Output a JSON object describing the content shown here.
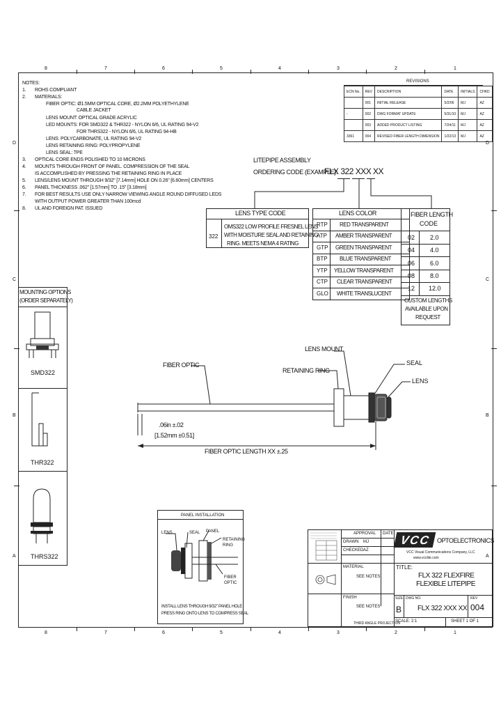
{
  "zones_top": [
    "8",
    "7",
    "6",
    "5",
    "4",
    "3",
    "2",
    "1"
  ],
  "zones_bottom": [
    "8",
    "7",
    "6",
    "5",
    "4",
    "3",
    "2",
    "1"
  ],
  "zones_left": [
    "D",
    "C",
    "B",
    "A"
  ],
  "zones_right": [
    "D",
    "C",
    "B",
    "A"
  ],
  "notes": {
    "title": "NOTES:",
    "items": [
      {
        "num": "1.",
        "text": "ROHS COMPLIANT"
      },
      {
        "num": "2.",
        "text": "MATERIALS:"
      },
      {
        "num": "",
        "text": "FIBER OPTIC: Ø1.5MM OPTICAL CORE, Ø2.2MM POLYETHYLENE"
      },
      {
        "num": "",
        "text": "CABLE JACKET"
      },
      {
        "num": "",
        "text": "LENS MOUNT: OPTICAL GRADE ACRYLIC"
      },
      {
        "num": "",
        "text": "LED MOUNTS: FOR SMD322 & THR322 - NYLON 6/6, UL RATING 94-V2"
      },
      {
        "num": "",
        "text": "FOR THRS322 - NYLON 6/6, UL RATING 94-HB"
      },
      {
        "num": "",
        "text": "LENS: POLYCARBONATE, UL RATING 94-V2"
      },
      {
        "num": "",
        "text": "LENS RETAINING RING: POLYPROPYLENE"
      },
      {
        "num": "",
        "text": "LENS SEAL: TPE"
      },
      {
        "num": "3.",
        "text": "OPTICAL CORE ENDS POLISHED TO 10 MICRONS"
      },
      {
        "num": "4.",
        "text": "MOUNTS THROUGH FRONT OF PANEL. COMPRESSION OF THE SEAL"
      },
      {
        "num": "",
        "text": "IS ACCOMPLISHED BY PRESSING THE RETAINING RING IN PLACE"
      },
      {
        "num": "5.",
        "text": "LENS/LENS MOUNT THROUGH 9/32\" [7.14mm] HOLE ON 0.26\" [6.60mm] CENTERS"
      },
      {
        "num": "6.",
        "text": "PANEL THICKNESS .062\" [1.57mm] TO .15\" [3.18mm]"
      },
      {
        "num": "7.",
        "text": "FOR BEST RESULTS USE ONLY NARROW VIEWING ANGLE ROUND DIFFUSED LEDS"
      },
      {
        "num": "",
        "text": "WITH OUTPUT POWER GREATER THAN 100mcd"
      },
      {
        "num": "8.",
        "text": "UL AND FOREIGN PAT. ISSUED"
      }
    ]
  },
  "revisions": {
    "title": "REVISIONS",
    "headers": [
      "ECN No.",
      "REV",
      "DESCRIPTION",
      "DATE",
      "INITIALS",
      "CHKD"
    ],
    "rows": [
      [
        "",
        "001",
        "INITIAL RELEASE",
        "5/2/06",
        "MJ",
        "AZ"
      ],
      [
        "-",
        "002",
        "DWG FORMAT UPDATE",
        "5/31/10",
        "MJ",
        "AZ"
      ],
      [
        "",
        "003",
        "ADDED PRODUCT LISTING",
        "7/24/11",
        "MJ",
        "AZ"
      ],
      [
        "3361",
        "004",
        "REVISED FIBER LENGTH DIMENSION",
        "1/22/13",
        "MJ",
        "AZ"
      ]
    ]
  },
  "ordering": {
    "line1": "LITEPIPE ASSEMBLY",
    "line2_prefix": "ORDERING CODE (EXAMPLE): ",
    "code": "FLX 322 XXX XX"
  },
  "lens_type": {
    "header": "LENS TYPE CODE",
    "code": "322",
    "desc1": "OMS322 LOW PROFILE FRESNEL LENS",
    "desc2": "WITH MOISTURE SEAL AND RETAINING",
    "desc3": "RING. MEETS NEMA 4 RATING"
  },
  "lens_color": {
    "header": "LENS COLOR",
    "rows": [
      [
        "RTP",
        "RED TRANSPARENT"
      ],
      [
        "ATP",
        "AMBER TRANSPARENT"
      ],
      [
        "GTP",
        "GREEN TRANSPARENT"
      ],
      [
        "BTP",
        "BLUE TRANSPARENT"
      ],
      [
        "YTP",
        "YELLOW TRANSPARENT"
      ],
      [
        "CTP",
        "CLEAR TRANSPARENT"
      ],
      [
        "GLO",
        "WHITE TRANSLUCENT"
      ]
    ]
  },
  "fiber_length": {
    "header1": "FIBER LENGTH",
    "header2": "CODE",
    "rows": [
      [
        "02",
        "2.0"
      ],
      [
        "04",
        "4.0"
      ],
      [
        "06",
        "6.0"
      ],
      [
        "08",
        "8.0"
      ],
      [
        "12",
        "12.0"
      ]
    ],
    "custom": [
      "CUSTOM LENGTHS",
      "AVAILABLE UPON",
      "REQUEST"
    ]
  },
  "mounting": {
    "title1": "MOUNTING OPTIONS",
    "title2": "(ORDER SEPARATELY)",
    "opt1": "SMD322",
    "opt2": "THR322",
    "opt3": "THRS322"
  },
  "callouts": {
    "lens_mount": "LENS MOUNT",
    "fiber_optic": "FIBER OPTIC",
    "retaining_ring": "RETAINING RING",
    "seal": "SEAL",
    "lens": "LENS",
    "dim1": ".06in ±.02",
    "dim2": "[1.52mm ±0.51]",
    "length": "FIBER OPTIC LENGTH XX ±.25"
  },
  "panel": {
    "title": "PANEL INSTALLATION",
    "lens": "LENS",
    "seal": "SEAL",
    "panel": "PANEL",
    "ring1": "RETAINING",
    "ring2": "RING",
    "fiber1": "FIBER",
    "fiber2": "OPTIC",
    "caption1": "INSTALL LENS THROUGH 9/32\" PANEL HOLE",
    "caption2": "PRESS RING ONTO LENS TO COMPRESS SEAL"
  },
  "title_block": {
    "company": "OPTOELECTRONICS",
    "logo": "VCC",
    "address1": "VCC Visual Communications Company, LLC",
    "address2": "www.vcclite.com",
    "title_label": "TITLE:",
    "title1": "FLX 322 FLEXFIRE",
    "title2": "FLEXIBLE LITEPIPE",
    "size_label": "SIZE",
    "dwg_label": "DWG NO.",
    "rev_label": "REV",
    "size": "B",
    "dwg_no": "FLX 322 XXX XX",
    "rev": "004",
    "scale": "SCALE: 2:1",
    "sheet": "SHEET 1 OF 1",
    "approval": "APPROVAL",
    "date": "DATE",
    "drawn": "DRAWN",
    "checked": "CHECKED",
    "material": "MATERIAL",
    "finish": "FINISH",
    "see_notes1": "SEE NOTES",
    "see_notes2": "SEE NOTES",
    "drawn_by": "MJ",
    "checked_by": "AZ",
    "projection": "THIRD ANGLE PROJECTION"
  }
}
